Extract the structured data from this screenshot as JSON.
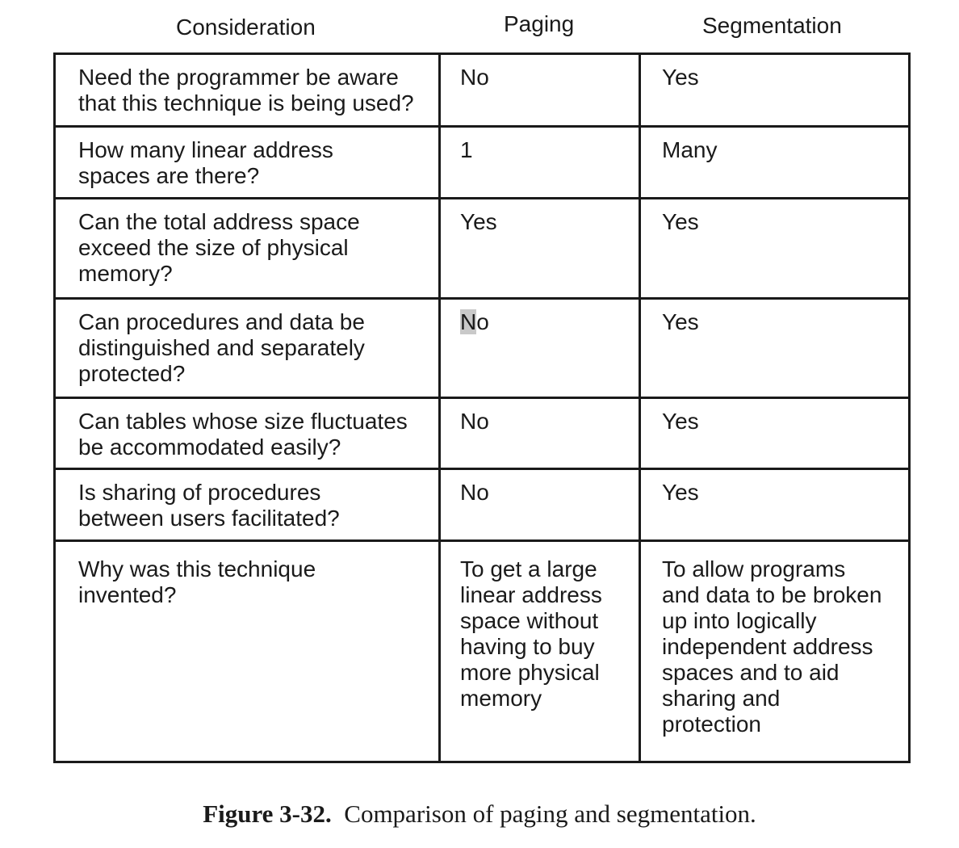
{
  "headers": {
    "consideration": "Consideration",
    "paging": "Paging",
    "segmentation": "Segmentation"
  },
  "rows": [
    {
      "consideration": "Need the programmer be aware\nthat this technique is being used?",
      "paging": "No",
      "segmentation": "Yes"
    },
    {
      "consideration": "How many linear address\nspaces are there?",
      "paging": "1",
      "segmentation": "Many"
    },
    {
      "consideration": "Can the total address space\nexceed the size of physical\nmemory?",
      "paging": "Yes",
      "segmentation": "Yes"
    },
    {
      "consideration": "Can procedures and data be\ndistinguished and separately\nprotected?",
      "paging": "No",
      "segmentation": "Yes"
    },
    {
      "consideration": "Can tables whose size fluctuates\nbe accommodated easily?",
      "paging": "No",
      "segmentation": "Yes"
    },
    {
      "consideration": "Is sharing of procedures\nbetween users facilitated?",
      "paging": "No",
      "segmentation": "Yes"
    },
    {
      "consideration": "Why was this technique\ninvented?",
      "paging": "To get a large\nlinear address\nspace without\nhaving to buy\nmore physical\nmemory",
      "segmentation": "To allow programs\nand data to be broken\nup into logically\nindependent address\nspaces and to aid\nsharing and\nprotection"
    }
  ],
  "caption": {
    "label": "Figure 3-32.",
    "text": "Comparison of paging and segmentation."
  },
  "colors": {
    "text": "#1a1a1a",
    "border": "#1a1a1a",
    "highlight": "#c9c9c9",
    "background": "#ffffff"
  }
}
